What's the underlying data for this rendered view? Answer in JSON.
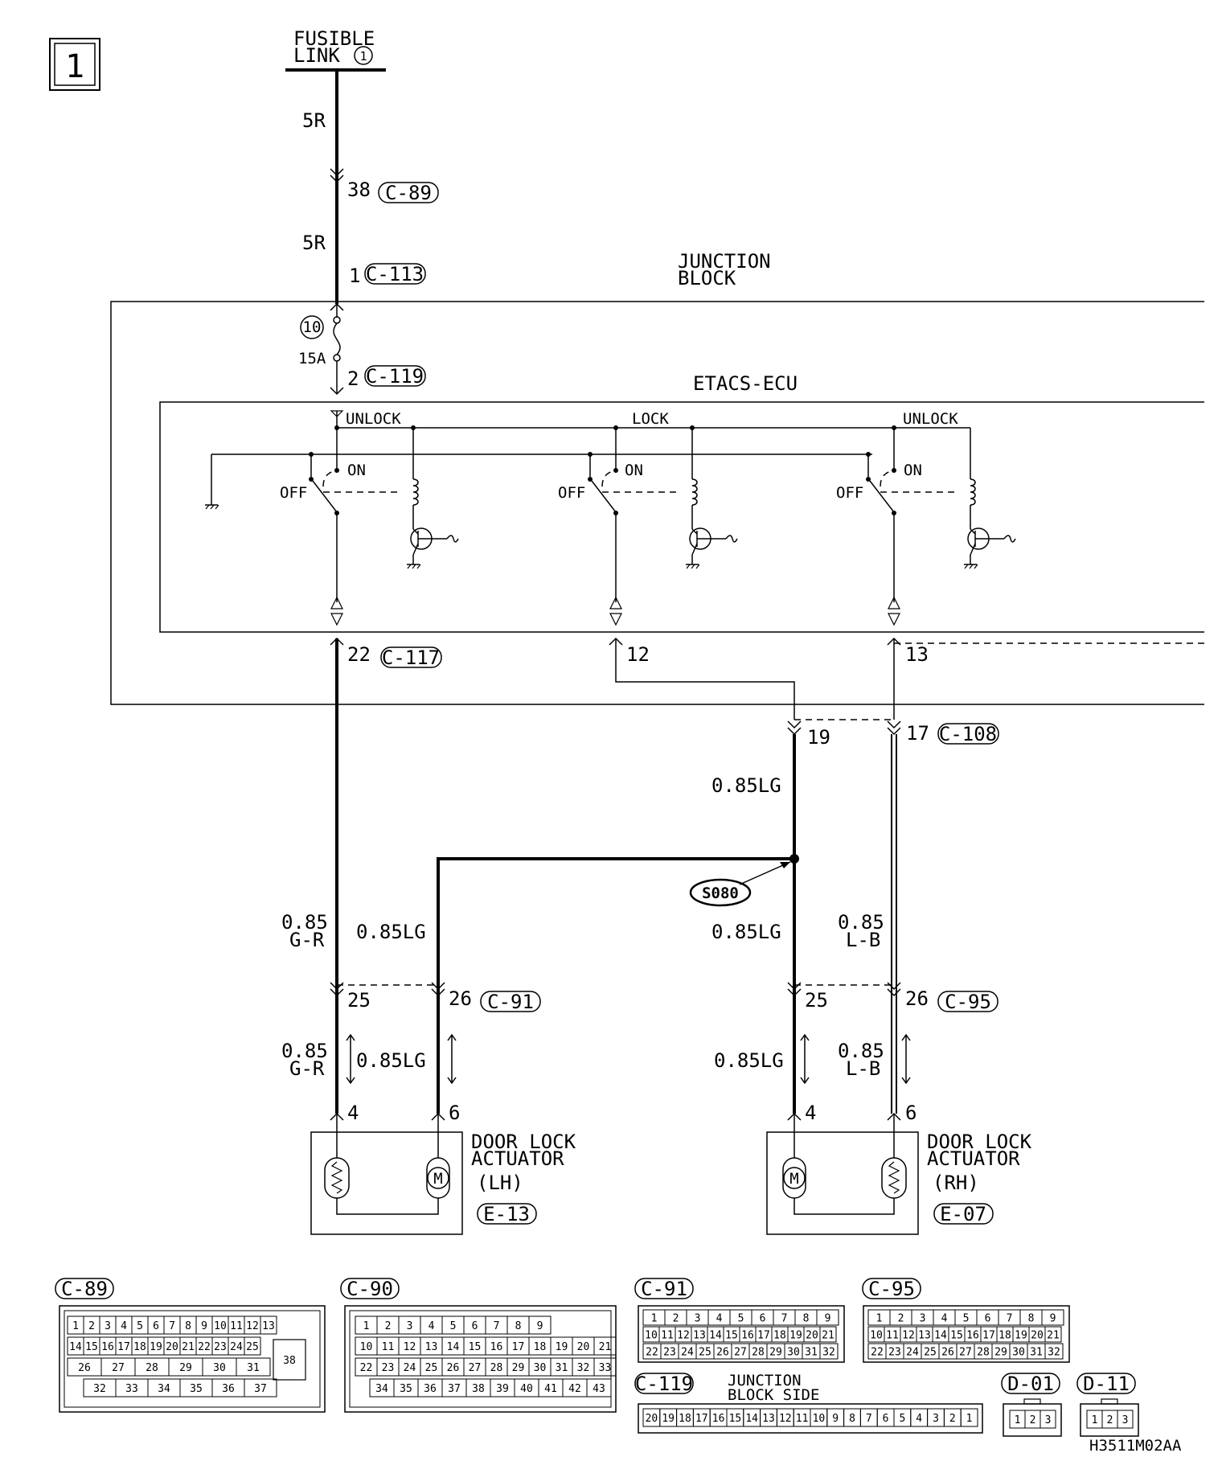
{
  "page_number": "1",
  "fusible_link": {
    "title": "FUSIBLE",
    "title2": "LINK",
    "num": "1"
  },
  "junction_block_label": [
    "JUNCTION",
    "BLOCK"
  ],
  "etacs_label": "ETACS-ECU",
  "fuse": {
    "num": "10",
    "rating": "15A"
  },
  "relays": {
    "labels": [
      "UNLOCK",
      "LOCK",
      "UNLOCK"
    ],
    "on": "ON",
    "off": "OFF"
  },
  "wires": {
    "w5r_a": "5R",
    "w5r_b": "5R",
    "w085lg_top": "0.85LG",
    "w085lg_left": "0.85LG",
    "w085lg_right": "0.85LG",
    "w085lg_left_low": "0.85LG",
    "w085lg_right_low": "0.85LG",
    "gr_gauge": "0.85",
    "gr_color": "G-R",
    "gr_gauge2": "0.85",
    "gr_color2": "G-R",
    "lb_gauge": "0.85",
    "lb_color": "L-B",
    "lb_gauge2": "0.85",
    "lb_color2": "L-B"
  },
  "pins": {
    "p38": "38",
    "p1": "1",
    "p2": "2",
    "p22": "22",
    "p12": "12",
    "p13": "13",
    "p19": "19",
    "p17": "17",
    "p25l": "25",
    "p26l": "26",
    "p25r": "25",
    "p26r": "26",
    "p4l": "4",
    "p6l": "6",
    "p4r": "4",
    "p6r": "6"
  },
  "connectors": {
    "c89": "C-89",
    "c113": "C-113",
    "c119": "C-119",
    "c117": "C-117",
    "c108": "C-108",
    "c91": "C-91",
    "c95": "C-95",
    "e13": "E-13",
    "e07": "E-07"
  },
  "splice": "S080",
  "actuators": {
    "lh": [
      "DOOR LOCK",
      "ACTUATOR",
      "(LH)"
    ],
    "rh": [
      "DOOR LOCK",
      "ACTUATOR",
      "(RH)"
    ]
  },
  "views": {
    "c89": "C-89",
    "c90": "C-90",
    "c91": "C-91",
    "c95": "C-95",
    "c119": "C-119",
    "d01": "D-01",
    "d11": "D-11",
    "jb_side": [
      "JUNCTION",
      "BLOCK SIDE"
    ]
  },
  "c89_pins": {
    "r1": [
      "1",
      "2",
      "3",
      "4",
      "5",
      "6",
      "7",
      "8",
      "9",
      "10",
      "11",
      "12",
      "13"
    ],
    "r2": [
      "14",
      "15",
      "16",
      "17",
      "18",
      "19",
      "20",
      "21",
      "22",
      "23",
      "24",
      "25"
    ],
    "r3": [
      "26",
      "27",
      "28",
      "29",
      "30",
      "31",
      "38"
    ],
    "r4": [
      "32",
      "33",
      "34",
      "35",
      "36",
      "37"
    ]
  },
  "c90_pins": {
    "r1": [
      "1",
      "2",
      "3",
      "4",
      "5",
      "6",
      "7",
      "8",
      "9"
    ],
    "r2": [
      "10",
      "11",
      "12",
      "13",
      "14",
      "15",
      "16",
      "17",
      "18",
      "19",
      "20",
      "21"
    ],
    "r3": [
      "22",
      "23",
      "24",
      "25",
      "26",
      "27",
      "28",
      "29",
      "30",
      "31",
      "32",
      "33"
    ],
    "r4": [
      "34",
      "35",
      "36",
      "37",
      "38",
      "39",
      "40",
      "41",
      "42",
      "43"
    ]
  },
  "c91_pins": {
    "r1": [
      "1",
      "2",
      "3",
      "4",
      "5",
      "6",
      "7",
      "8",
      "9"
    ],
    "r2": [
      "10",
      "11",
      "12",
      "13",
      "14",
      "15",
      "16",
      "17",
      "18",
      "19",
      "20",
      "21"
    ],
    "r3": [
      "22",
      "23",
      "24",
      "25",
      "26",
      "27",
      "28",
      "29",
      "30",
      "31",
      "32"
    ]
  },
  "c95_pins": {
    "r1": [
      "1",
      "2",
      "3",
      "4",
      "5",
      "6",
      "7",
      "8",
      "9"
    ],
    "r2": [
      "10",
      "11",
      "12",
      "13",
      "14",
      "15",
      "16",
      "17",
      "18",
      "19",
      "20",
      "21"
    ],
    "r3": [
      "22",
      "23",
      "24",
      "25",
      "26",
      "27",
      "28",
      "29",
      "30",
      "31",
      "32"
    ]
  },
  "c119_pins": [
    "20",
    "19",
    "18",
    "17",
    "16",
    "15",
    "14",
    "13",
    "12",
    "11",
    "10",
    "9",
    "8",
    "7",
    "6",
    "5",
    "4",
    "3",
    "2",
    "1"
  ],
  "d01_pins": [
    "1",
    "2",
    "3"
  ],
  "d11_pins": [
    "1",
    "2",
    "3"
  ],
  "figure_code": "H3511M02AA"
}
